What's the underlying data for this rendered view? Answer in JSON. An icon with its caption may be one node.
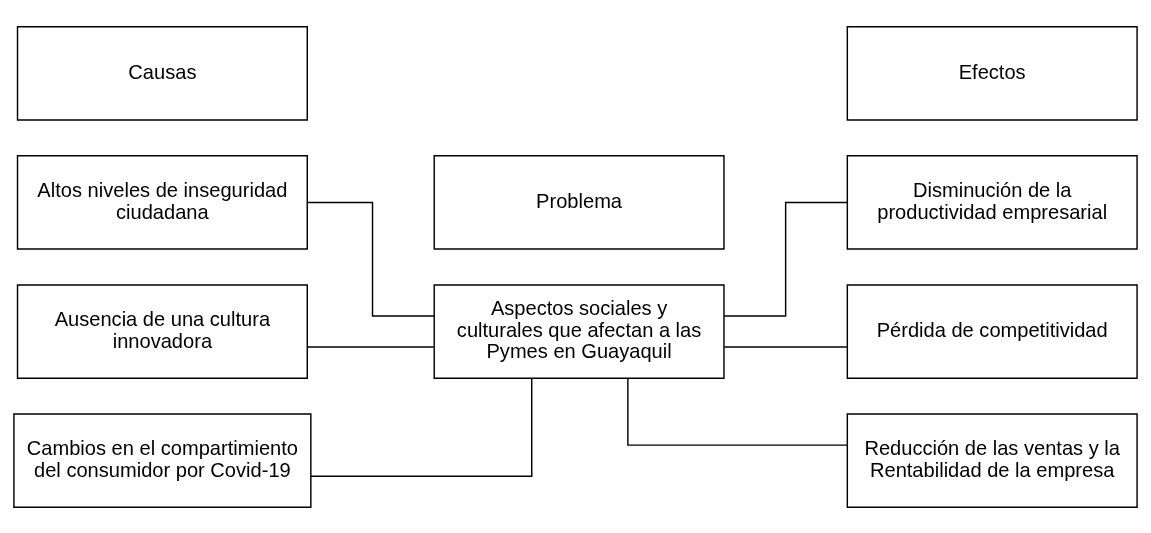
{
  "diagram": {
    "nodes": [
      {
        "text": [
          "Causas"
        ]
      },
      {
        "text": [
          "Problema"
        ]
      },
      {
        "text": [
          "Efectos"
        ]
      },
      {
        "text": [
          "Aspectos sociales y culturales que afectan a las Pymes en Guayaquil"
        ]
      },
      {
        "text": [
          "Altos niveles de inseguridad ciudadana"
        ]
      },
      {
        "text": [
          "Ausencia de una cultura innovadora"
        ]
      },
      {
        "text": [
          "Cambios en el compartimiento del consumidor por Covid-19"
        ]
      },
      {
        "text": [
          "Disminución de la productividad empresarial"
        ]
      },
      {
        "text": [
          "Pérdida de competitividad"
        ]
      },
      {
        "text": [
          "Reducción de las ventas y la Rentabilidad de la empresa"
        ]
      }
    ],
    "edges": [
      {
        "from": 4,
        "to": 3,
        "arrow": "none"
      },
      {
        "from": 5,
        "to": 3,
        "arrow": "none"
      },
      {
        "from": 6,
        "to": 3,
        "arrow": "none"
      },
      {
        "from": 3,
        "to": 7,
        "arrow": "none"
      },
      {
        "from": 3,
        "to": 8,
        "arrow": "none"
      },
      {
        "from": 3,
        "to": 9,
        "arrow": "none"
      }
    ]
  }
}
